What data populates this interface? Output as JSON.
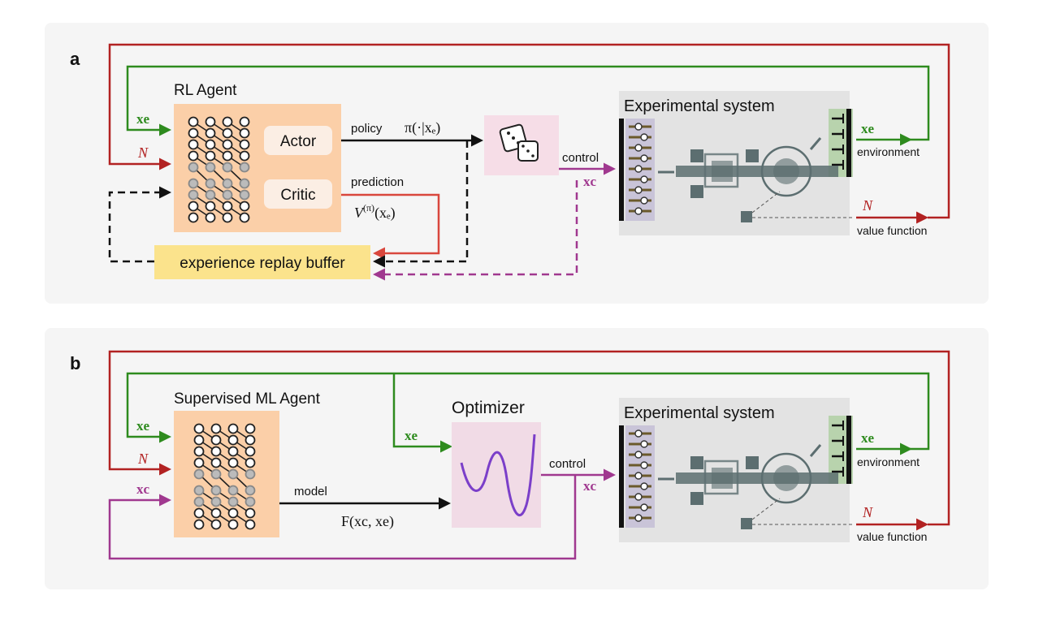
{
  "colors": {
    "panel_bg": "#f5f5f5",
    "agent_fill": "#fbcfa8",
    "dice_fill": "#f6dde7",
    "optimizer_fill": "#f1dbe6",
    "buffer_fill": "#fbe38c",
    "system_fill": "#e3e3e3",
    "sensor_fill": "#b8d3ad",
    "control_fill": "#c9c4d8",
    "env_green": "#2e8b1e",
    "n_red": "#b22222",
    "pred_red": "#d9473d",
    "ctrl_purple": "#a0388f",
    "curve_purple": "#7b3fc9"
  },
  "panel_a": {
    "letter": "a",
    "agent_title": "RL Agent",
    "actor_label": "Actor",
    "critic_label": "Critic",
    "policy_label": "policy",
    "policy_math": "π(·|xₑ)",
    "prediction_label": "prediction",
    "value_math_v": "V",
    "value_math_sup": "(π)",
    "value_math_arg": "(xₑ)",
    "buffer_label": "experience replay buffer",
    "dice_icon": "dice-icon",
    "control_label": "control",
    "xc_label": "xc",
    "system_title": "Experimental system",
    "xe_label": "xe",
    "environment_label": "environment",
    "n_label": "N",
    "value_function_label": "value function",
    "xe_input_label": "xe",
    "n_input_label": "N"
  },
  "panel_b": {
    "letter": "b",
    "agent_title": "Supervised ML Agent",
    "model_label": "model",
    "model_math": "F(xc, xe)",
    "optimizer_title": "Optimizer",
    "optimizer_xe_label": "xe",
    "control_label": "control",
    "xc_label": "xc",
    "system_title": "Experimental system",
    "xe_label": "xe",
    "environment_label": "environment",
    "n_label": "N",
    "value_function_label": "value function",
    "xe_input_label": "xe",
    "n_input_label": "N",
    "xc_input_label": "xc"
  }
}
